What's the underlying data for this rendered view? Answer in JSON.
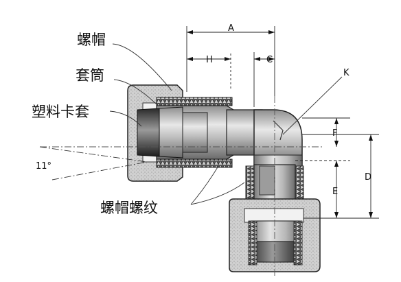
{
  "labels": {
    "nut": "螺帽",
    "back_ferrule": "套筒",
    "plastic_ferrule": "塑料卡套",
    "nut_thread": "螺帽螺纹",
    "angle": "11°"
  },
  "dimensions": {
    "A": "A",
    "H": "H",
    "C": "C",
    "K": "K",
    "F": "F",
    "E": "E",
    "D": "D"
  }
}
